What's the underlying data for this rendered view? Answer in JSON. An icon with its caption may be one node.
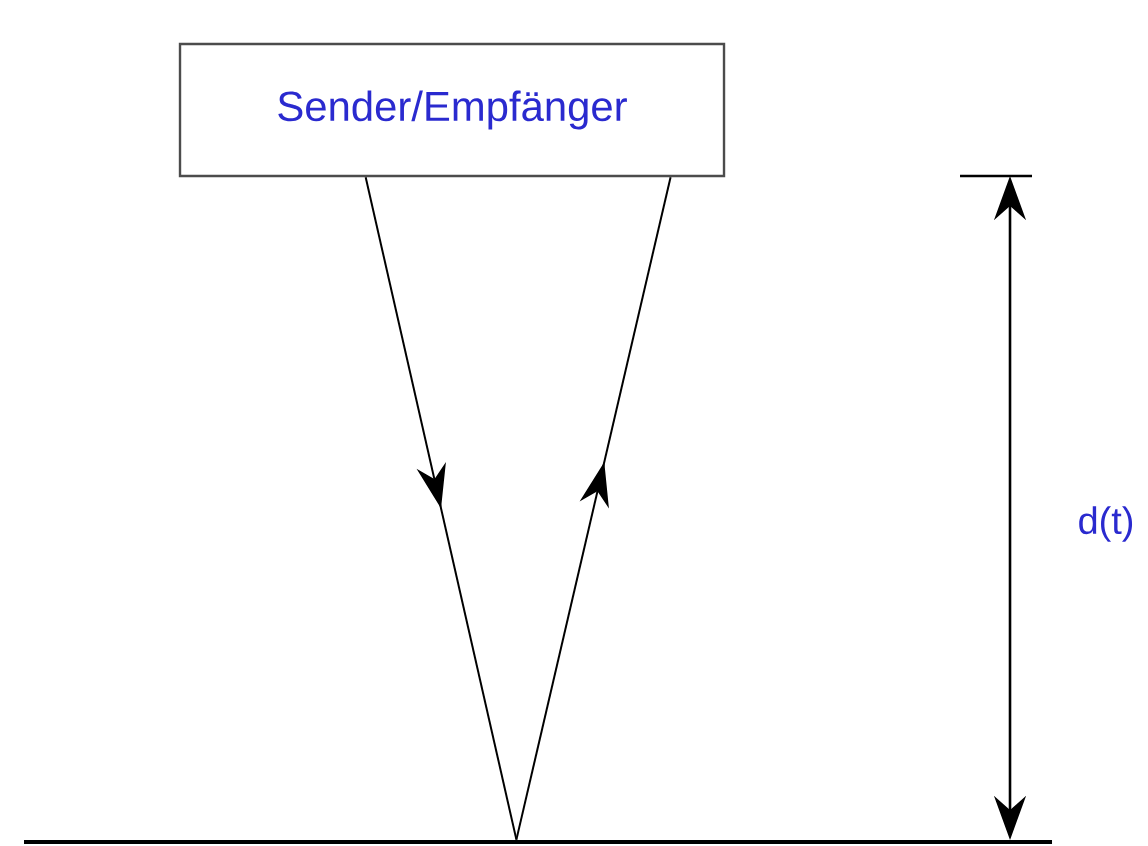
{
  "diagram": {
    "nodes": [
      {
        "text": [
          "Sender/Empfänger"
        ]
      },
      {
        "text": [],
        "shape": "bar"
      }
    ],
    "edges": [
      {
        "from": 0,
        "to": 1,
        "arrow": "to"
      },
      {
        "from": 1,
        "to": 0,
        "arrow": "to"
      }
    ],
    "labels": [
      "d(t)"
    ]
  }
}
